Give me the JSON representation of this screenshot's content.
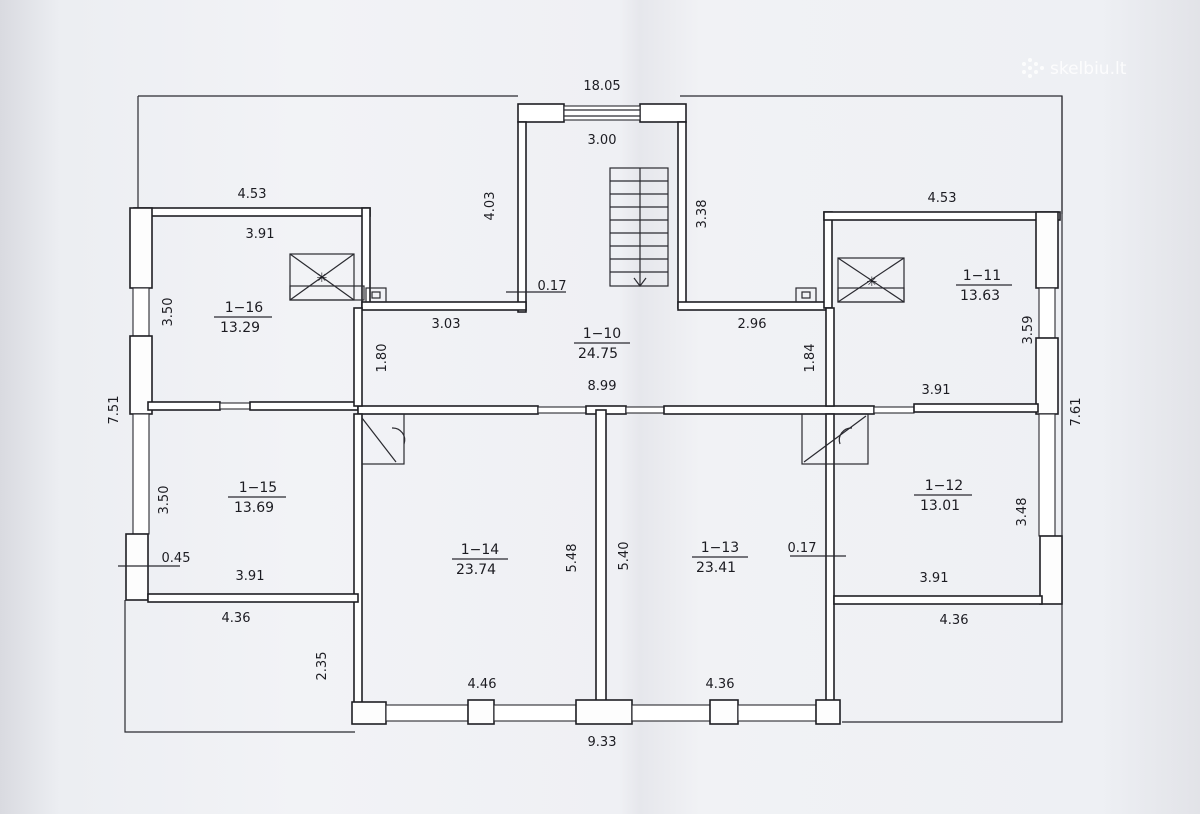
{
  "watermark": "skelbiu.lt",
  "dimensions": {
    "overall_width": "18.05",
    "bottom_width": "9.33",
    "corridor_width": "8.99",
    "stair_top": "3.00",
    "stair_left_height": "4.03",
    "stair_right_height": "3.38",
    "left_wing_top": "4.53",
    "right_wing_top": "4.53",
    "left_height": "7.51",
    "right_height": "7.61",
    "r16_width": "3.91",
    "r16_height": "3.50",
    "r15_height": "3.50",
    "r15_width": "3.91",
    "r15_offset": "0.45",
    "left_bottom_width": "4.36",
    "left_bottom_height": "2.35",
    "r11_width": "3.91",
    "r11_height": "3.59",
    "r12_height": "3.48",
    "r12_width": "3.91",
    "right_bottom_width": "4.36",
    "corridor_left_seg": "3.03",
    "corridor_right_seg": "2.96",
    "corridor_left_h": "1.80",
    "corridor_right_h": "1.84",
    "wall_thickness_left": "0.17",
    "wall_thickness_right": "0.17",
    "r14_height": "5.48",
    "r13_height": "5.40",
    "r14_width": "4.46",
    "r13_width": "4.36"
  },
  "rooms": {
    "r10": {
      "id": "1−10",
      "area": "24.75"
    },
    "r11": {
      "id": "1−11",
      "area": "13.63"
    },
    "r12": {
      "id": "1−12",
      "area": "13.01"
    },
    "r13": {
      "id": "1−13",
      "area": "23.41"
    },
    "r14": {
      "id": "1−14",
      "area": "23.74"
    },
    "r15": {
      "id": "1−15",
      "area": "13.69"
    },
    "r16": {
      "id": "1−16",
      "area": "13.29"
    }
  }
}
